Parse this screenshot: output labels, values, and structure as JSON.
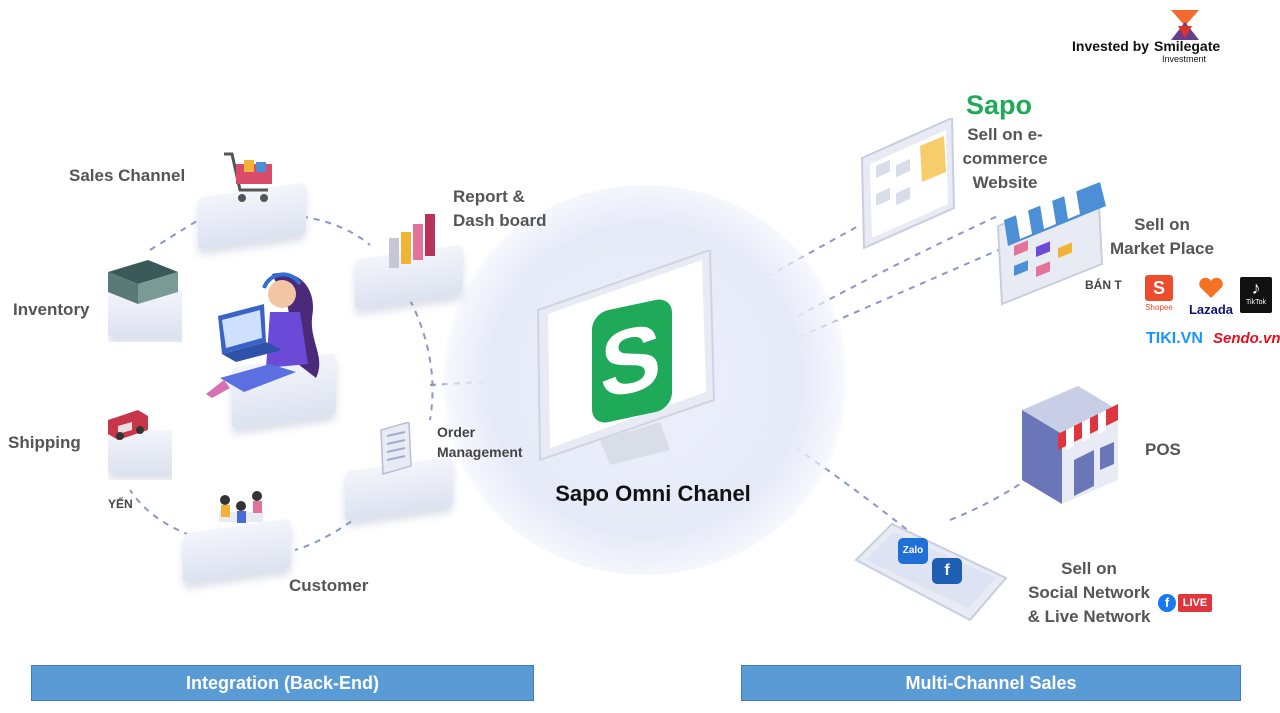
{
  "brand": {
    "invested_by": "Invested by",
    "investor": "Smilegate",
    "investor_sub": "Investment"
  },
  "center": {
    "title": "Sapo Omni Chanel"
  },
  "backend": {
    "sales_channel": "Sales Channel",
    "inventory": "Inventory",
    "shipping": "Shipping",
    "shipping_partial": "YẾN",
    "report_line1": "Report &",
    "report_line2": "Dash board",
    "order_line1": "Order",
    "order_line2": "Management",
    "customer": "Customer"
  },
  "frontend": {
    "sapo_logo": "Sapo",
    "ecommerce_line1": "Sell on e-",
    "ecommerce_line2": "commerce",
    "ecommerce_line3": "Website",
    "market_line1": "Sell on",
    "market_line2": "Market Place",
    "market_partial": "BÁN T",
    "pos": "POS",
    "social_line1": "Sell on",
    "social_line2": "Social Network",
    "social_line3": "& Live Network",
    "live_badge": "LIVE"
  },
  "marketplaces": {
    "shopee": "Shopee",
    "lazada": "Lazada",
    "tiktok": "TikTok",
    "tiki": "TIKI.VN",
    "sendo": "Sendo.vn"
  },
  "social_icons": {
    "zalo": "Zalo",
    "facebook": "f"
  },
  "footer": {
    "left": "Integration (Back-End)",
    "right": "Multi-Channel Sales"
  },
  "colors": {
    "accent_blue": "#5b9bd5",
    "sapo_green": "#1faa59",
    "dash_line": "#8c96c8"
  }
}
